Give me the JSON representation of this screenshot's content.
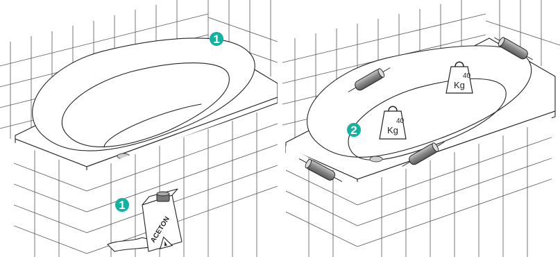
{
  "colors": {
    "badge": "#14b0a0",
    "line": "#222222",
    "tile": "#555555",
    "roller_fill": "#8a8a8a"
  },
  "panel1": {
    "badge_tub": "1",
    "badge_solvent": "1",
    "acetone_label": "ACETON",
    "warning_icon": "flammable-warning-icon"
  },
  "panel2": {
    "badge": "2",
    "weight_unit": "Kg",
    "weight_value": "40",
    "roller_icon": "weight-roller-icon"
  }
}
